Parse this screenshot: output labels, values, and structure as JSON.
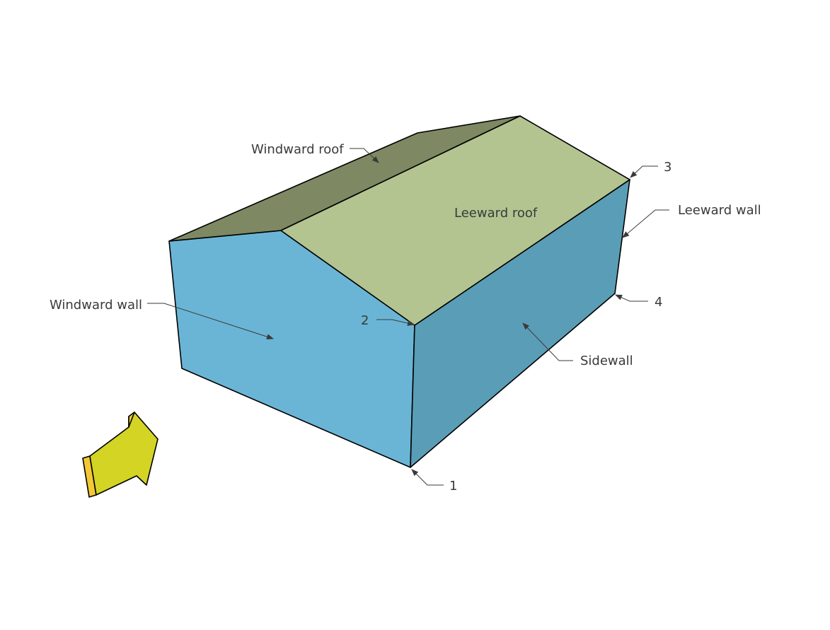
{
  "labels": {
    "windward_roof": "Windward roof",
    "leeward_roof": "Leeward roof",
    "windward_wall": "Windward wall",
    "leeward_wall": "Leeward wall",
    "sidewall": "Sidewall",
    "corner_1": "1",
    "corner_2": "2",
    "corner_3": "3",
    "corner_4": "4"
  },
  "colors": {
    "windward_wall": "#6ab5d5",
    "sidewall": "#5a9db6",
    "windward_roof": "#7e8862",
    "leeward_roof": "#b3c491",
    "arrow_top": "#d3d423",
    "arrow_side": "#f2c833",
    "edge": "#000000",
    "leader": "#3a3a3a"
  },
  "wind_arrow_icon": "wind-direction-arrow-icon"
}
